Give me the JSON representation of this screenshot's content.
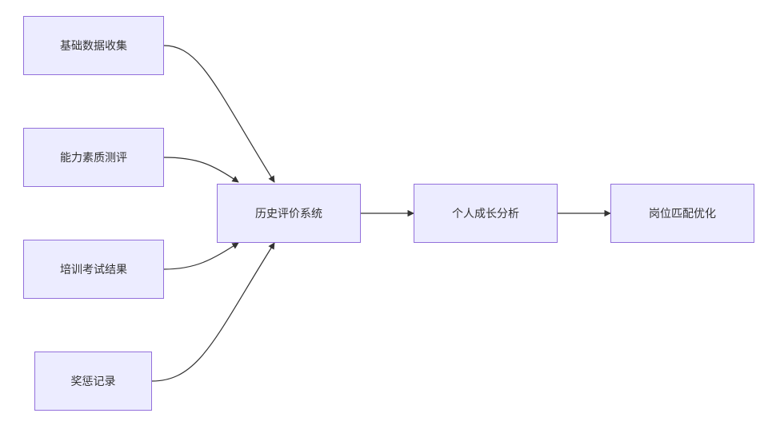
{
  "diagram": {
    "type": "flowchart",
    "nodes": {
      "basic_data": "基础数据收集",
      "ability_test": "能力素质测评",
      "training_exam": "培训考试结果",
      "rewards": "奖惩记录",
      "history_system": "历史评价系统",
      "growth_analysis": "个人成长分析",
      "position_match": "岗位匹配优化"
    },
    "edges": [
      {
        "from": "basic_data",
        "to": "history_system"
      },
      {
        "from": "ability_test",
        "to": "history_system"
      },
      {
        "from": "training_exam",
        "to": "history_system"
      },
      {
        "from": "rewards",
        "to": "history_system"
      },
      {
        "from": "history_system",
        "to": "growth_analysis"
      },
      {
        "from": "growth_analysis",
        "to": "position_match"
      }
    ],
    "colors": {
      "node_fill": "#ececff",
      "node_border": "#9370db",
      "edge": "#333333",
      "text": "#333333"
    }
  }
}
